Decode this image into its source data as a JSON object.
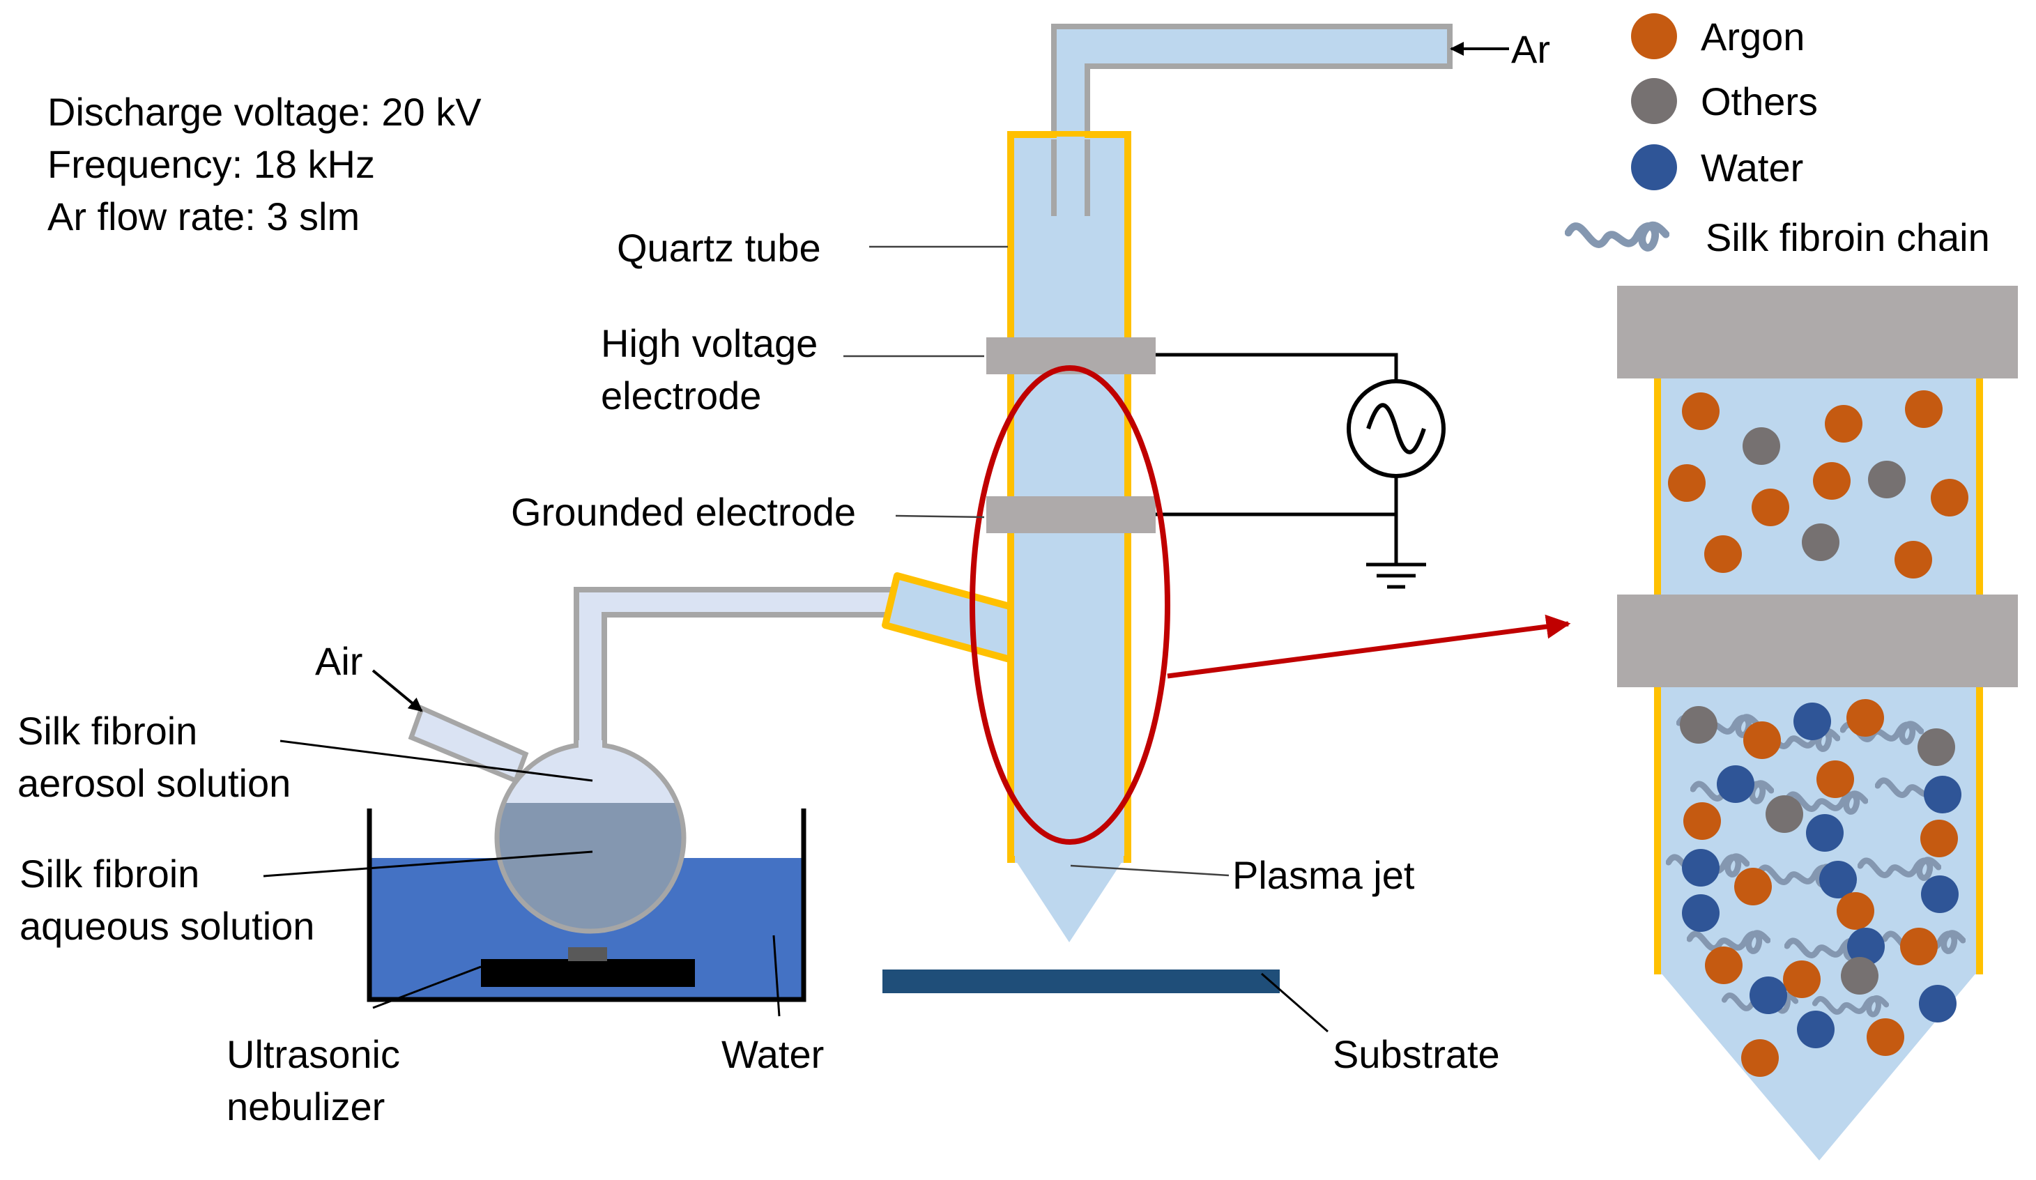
{
  "parameters": {
    "line1": "Discharge voltage: 20 kV",
    "line2": "Frequency: 18 kHz",
    "line3": "Ar flow rate: 3 slm"
  },
  "labels": {
    "ar_inlet": "Ar",
    "quartz_tube": "Quartz tube",
    "hv_electrode_line1": "High voltage",
    "hv_electrode_line2": "electrode",
    "grounded_electrode": "Grounded electrode",
    "air": "Air",
    "aerosol_line1": "Silk fibroin",
    "aerosol_line2": "aerosol solution",
    "aqueous_line1": "Silk fibroin",
    "aqueous_line2": "aqueous solution",
    "nebulizer_line1": "Ultrasonic",
    "nebulizer_line2": "nebulizer",
    "water_bath": "Water",
    "plasma_jet": "Plasma jet",
    "substrate": "Substrate"
  },
  "legend": {
    "argon": "Argon",
    "others": "Others",
    "water": "Water",
    "silk_chain": "Silk fibroin chain"
  },
  "colors": {
    "argon": "#c55a11",
    "others": "#767171",
    "water": "#2f5597",
    "tube_fill": "#bdd7ee",
    "quartz_outline": "#ffc000",
    "electrode": "#aeaaaa",
    "bath_water": "#4472c4",
    "substrate": "#1f4e79",
    "highlight": "#c00000",
    "chain": "#8497b0"
  },
  "icons": {
    "source": "ac-voltage-source-icon",
    "ground": "ground-icon"
  }
}
